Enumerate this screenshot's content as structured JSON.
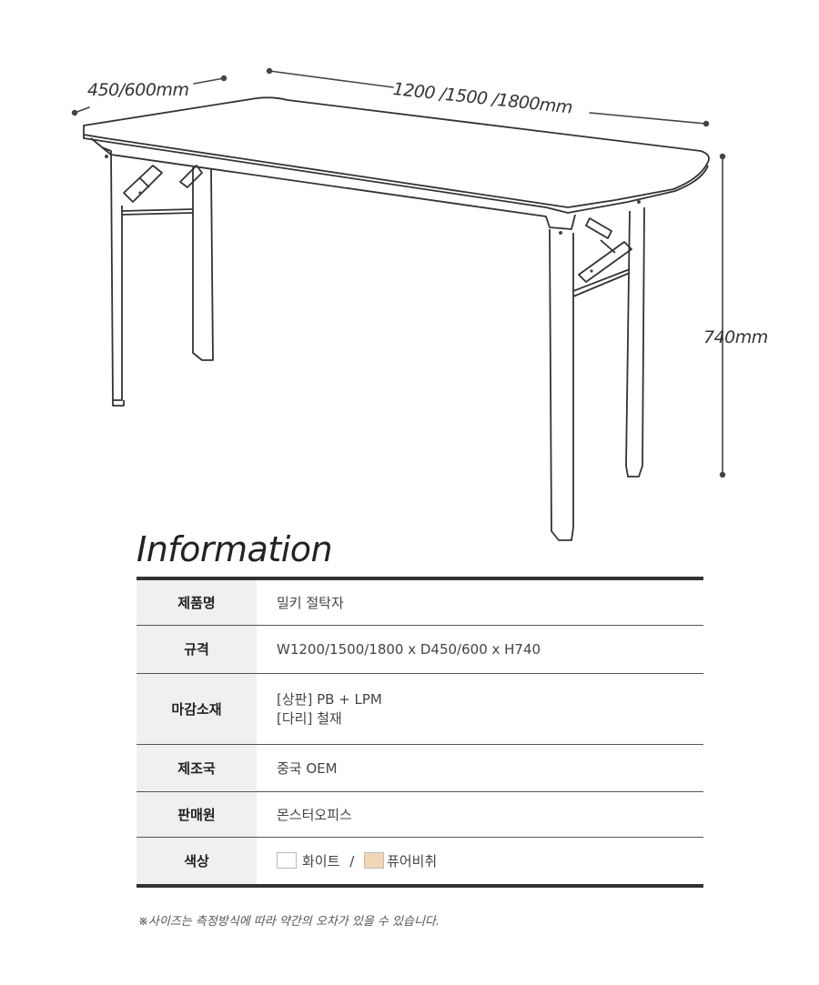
{
  "dimensions": {
    "depth": "450/600mm",
    "width": "1200 /1500 /1800mm",
    "height": "740mm"
  },
  "info_title": "Information",
  "specs": [
    {
      "label": "제품명",
      "value": "밀키 절탁자"
    },
    {
      "label": "규격",
      "value": "W1200/1500/1800 x D450/600 x H740"
    },
    {
      "label": "마감소재",
      "value_line1": "[상판] PB + LPM",
      "value_line2": "[다리] 철재"
    },
    {
      "label": "제조국",
      "value": "중국 OEM"
    },
    {
      "label": "판매원",
      "value": "몬스터오피스"
    },
    {
      "label": "색상",
      "color1": "화이트",
      "separator": "/",
      "color2": "퓨어비취",
      "color1_hex": "#ffffff",
      "color2_hex": "#f3d7b4"
    }
  ],
  "note": "※사이즈는 측정방식에 따라 약간의 오차가 있을 수 있습니다."
}
